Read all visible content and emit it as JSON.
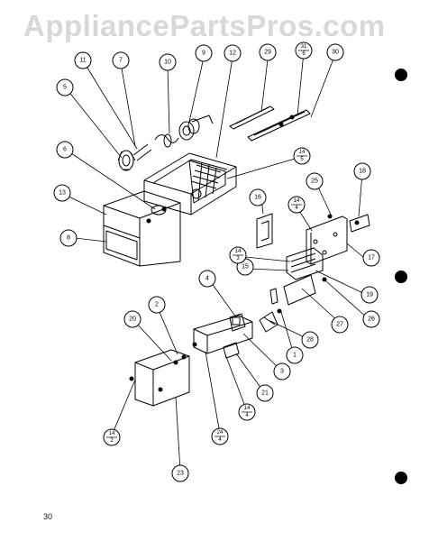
{
  "watermark": "AppliancePartsPros.com",
  "page_number": "30",
  "callouts": [
    {
      "id": "c11",
      "label": "11"
    },
    {
      "id": "c7",
      "label": "7"
    },
    {
      "id": "c10",
      "label": "10"
    },
    {
      "id": "c9",
      "label": "9"
    },
    {
      "id": "c12",
      "label": "12"
    },
    {
      "id": "c29",
      "label": "29"
    },
    {
      "id": "c30",
      "label": "30"
    },
    {
      "id": "c5",
      "label": "5"
    },
    {
      "id": "c6",
      "label": "6"
    },
    {
      "id": "c13",
      "label": "13"
    },
    {
      "id": "c8",
      "label": "8"
    },
    {
      "id": "c25",
      "label": "25"
    },
    {
      "id": "c18",
      "label": "18"
    },
    {
      "id": "c16",
      "label": "16"
    },
    {
      "id": "c17",
      "label": "17"
    },
    {
      "id": "c15",
      "label": "15"
    },
    {
      "id": "c19",
      "label": "19"
    },
    {
      "id": "c26",
      "label": "26"
    },
    {
      "id": "c27",
      "label": "27"
    },
    {
      "id": "c4",
      "label": "4"
    },
    {
      "id": "c2",
      "label": "2"
    },
    {
      "id": "c20",
      "label": "20"
    },
    {
      "id": "c28",
      "label": "28"
    },
    {
      "id": "c1",
      "label": "1"
    },
    {
      "id": "c3",
      "label": "3"
    },
    {
      "id": "c21",
      "label": "21"
    },
    {
      "id": "c23",
      "label": "23"
    }
  ],
  "fraction_callouts": [
    {
      "id": "f31_6",
      "num": "31",
      "den": "6"
    },
    {
      "id": "f14_5",
      "num": "14",
      "den": "5"
    },
    {
      "id": "f14_4a",
      "num": "14",
      "den": "4"
    },
    {
      "id": "f14_3",
      "num": "14",
      "den": "3"
    },
    {
      "id": "f14_4b",
      "num": "14",
      "den": "4"
    },
    {
      "id": "f24_4",
      "num": "24",
      "den": "4"
    },
    {
      "id": "f14_2",
      "num": "14",
      "den": "2"
    }
  ]
}
